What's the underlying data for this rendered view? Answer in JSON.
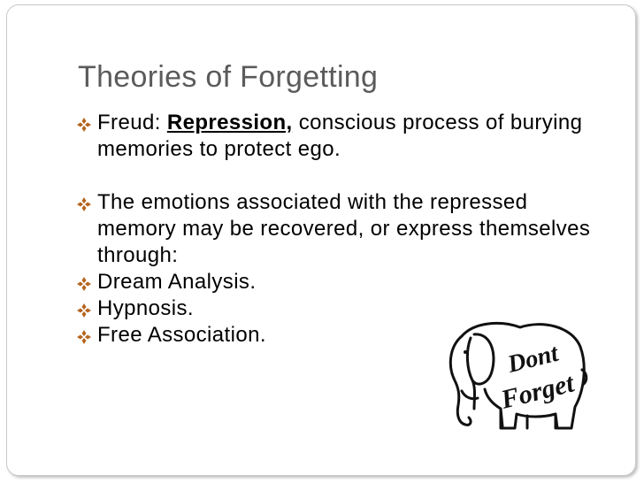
{
  "slide": {
    "title": "Theories of Forgetting",
    "bullets": [
      {
        "prefix": "Freud: ",
        "term": "Repression,",
        "text": " conscious process of burying memories to protect ego."
      },
      {
        "text": "The emotions associated with the repressed memory may be recovered, or express themselves through:"
      },
      {
        "text": "Dream Analysis."
      },
      {
        "text": "Hypnosis."
      },
      {
        "text": "Free Association."
      }
    ],
    "image": {
      "subject": "elephant",
      "caption_line1": "Dont",
      "caption_line2": "Forget"
    },
    "colors": {
      "title": "#5b5b5b",
      "bullet_icon": "#b5641e",
      "text": "#000000"
    },
    "icon": "diamond-bullet-icon"
  }
}
